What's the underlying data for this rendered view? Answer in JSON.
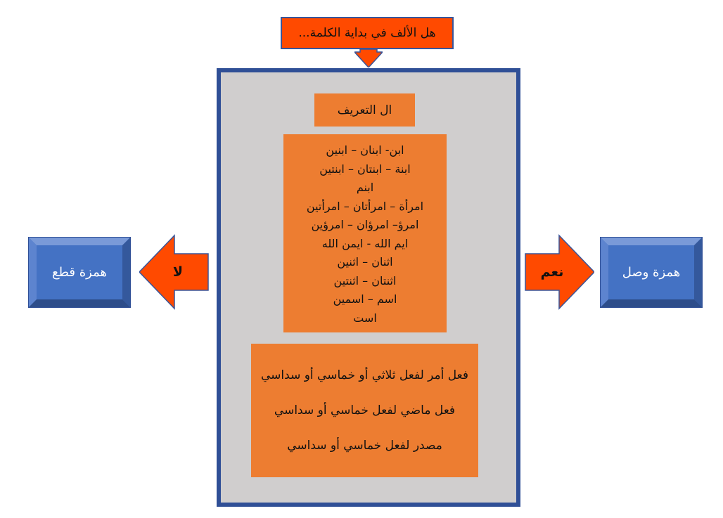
{
  "question": "هل الألف في بداية الكلمة...",
  "definite_article": "ال التعريف",
  "word_list": [
    "ابن- ابنان – ابنين",
    "ابنة – ابنتان – ابنتين",
    "ابنم",
    "امرأة – امرأتان – امرأتين",
    "امرؤ– امرؤان – امرؤين",
    "ايم الله - ايمن الله",
    "اثنان – اثنين",
    "اثنتان – اثنتين",
    "اسم – اسمين",
    "است"
  ],
  "verb_rules": [
    "فعل أمر لفعل ثلاثي أو خماسي أو سداسي",
    "فعل ماضي لفعل خماسي أو سداسي",
    "مصدر لفعل خماسي أو سداسي"
  ],
  "yes_label": "نعم",
  "no_label": "لا",
  "yes_result": "همزة وصل",
  "no_result": "همزة قطع",
  "colors": {
    "arrow_fill": "#ff4a00",
    "panel_border": "#2f4f96",
    "panel_fill": "#d0cece",
    "box_fill": "#ed7d31",
    "result_fill": "#4472c4"
  }
}
